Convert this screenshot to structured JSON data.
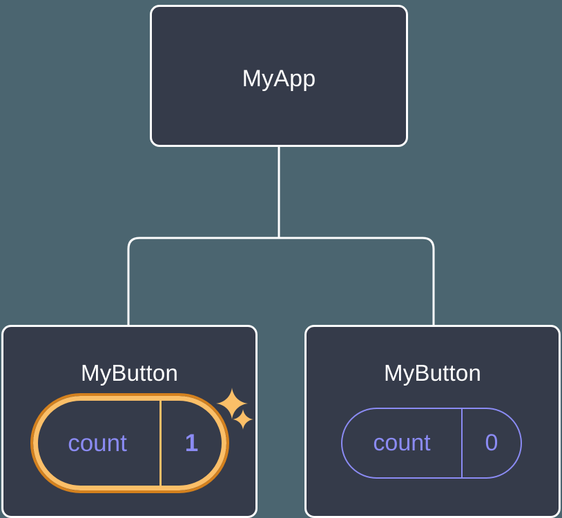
{
  "diagram": {
    "type": "component-tree",
    "background_color": "#4b6570",
    "node_fill_color": "#353b4a",
    "node_border_color": "#ffffff",
    "connector_color": "#ffffff",
    "accent_highlight_color": "#fbbf68",
    "accent_highlight_ring_color": "#d4811e",
    "state_text_color": "#8b8bf4",
    "title_text_color": "#ffffff"
  },
  "root": {
    "title": "MyApp"
  },
  "children": [
    {
      "title": "MyButton",
      "state": {
        "key": "count",
        "value": "1"
      },
      "highlighted": true,
      "sparkles": [
        "sparkle-large-icon",
        "sparkle-small-icon"
      ]
    },
    {
      "title": "MyButton",
      "state": {
        "key": "count",
        "value": "0"
      },
      "highlighted": false,
      "sparkles": []
    }
  ]
}
